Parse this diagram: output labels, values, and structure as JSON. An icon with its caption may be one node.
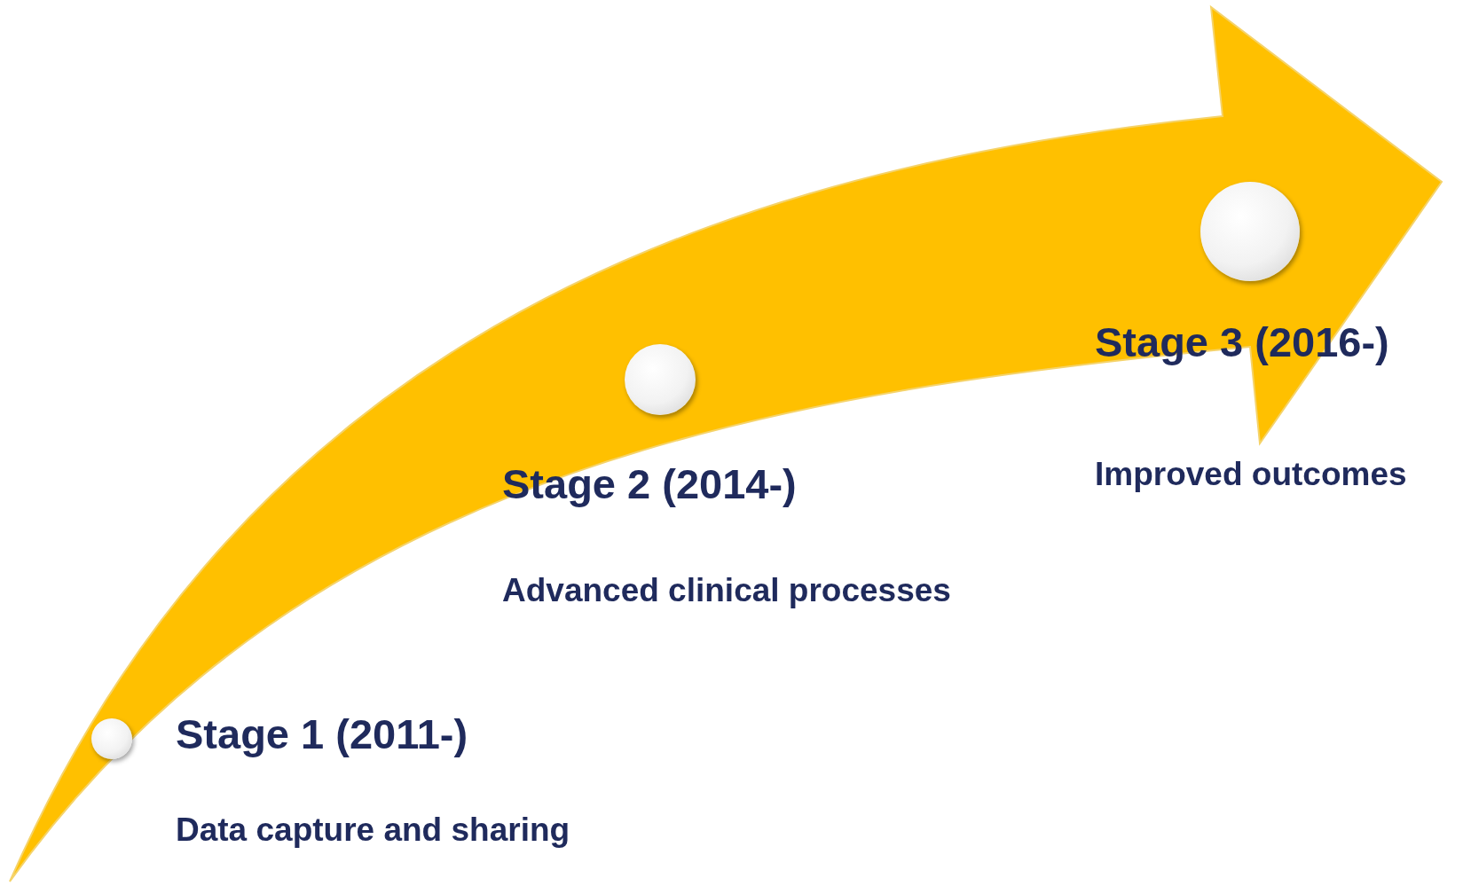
{
  "diagram": {
    "nodes": [
      {
        "text": [],
        "shape": "circle",
        "beside": [
          "Stage 1 (2011-)",
          "Data capture and sharing"
        ]
      },
      {
        "text": [],
        "shape": "circle",
        "beside": [
          "Stage 2 (2014-)",
          "Advanced clinical processes"
        ]
      },
      {
        "text": [],
        "shape": "circle",
        "beside": [
          "Stage 3 (2016-)",
          "Improved outcomes"
        ]
      }
    ]
  }
}
